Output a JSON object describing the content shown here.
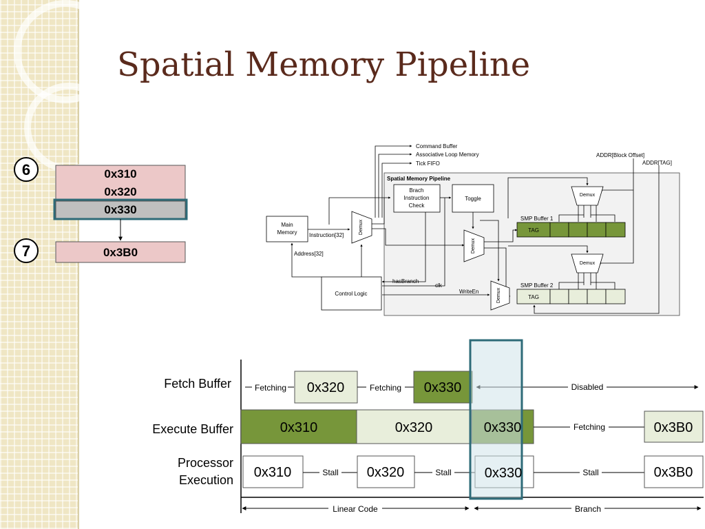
{
  "title": "Spatial Memory Pipeline",
  "queue": {
    "step6": "6",
    "step7": "7",
    "addr1": "0x310",
    "addr2": "0x320",
    "addr3": "0x330",
    "addr4": "0x3B0"
  },
  "diagram": {
    "outputs": [
      "Command Buffer",
      "Associative Loop Memory",
      "Tick FIFO"
    ],
    "addr_block_offset": "ADDR[Block Offset]",
    "addr_tag": "ADDR[TAG]",
    "pipeline_title": "Spatial Memory Pipeline",
    "main_memory_l1": "Main",
    "main_memory_l2": "Memory",
    "instruction": "Instruction[32]",
    "address": "Address[32]",
    "demux": "Demux",
    "branch_check_l1": "Brach",
    "branch_check_l2": "Instruction",
    "branch_check_l3": "Check",
    "toggle": "Toggle",
    "smp_buffer_1": "SMP Buffer 1",
    "smp_buffer_2": "SMP Buffer 2",
    "tag": "TAG",
    "control_logic": "Control Logic",
    "has_branch": "hasBranch",
    "clk": "clk",
    "write_en": "WriteEn"
  },
  "timeline": {
    "rows": {
      "fetch": "Fetch Buffer",
      "execute": "Execute Buffer",
      "processor_l1": "Processor",
      "processor_l2": "Execution"
    },
    "fetching": "Fetching",
    "stall": "Stall",
    "disabled": "Disabled",
    "addr_310": "0x310",
    "addr_320": "0x320",
    "addr_330": "0x330",
    "addr_3b0": "0x3B0",
    "linear_code": "Linear Code",
    "branch": "Branch"
  },
  "colors": {
    "title": "#5a2a1c",
    "pink": "#ecc8c8",
    "gray_selected": "#bfbfbf",
    "highlight": "#2e6b78",
    "dark_green": "#77963a",
    "light_green": "#e8eedb",
    "highlight_fill": "#cfe3ea"
  }
}
